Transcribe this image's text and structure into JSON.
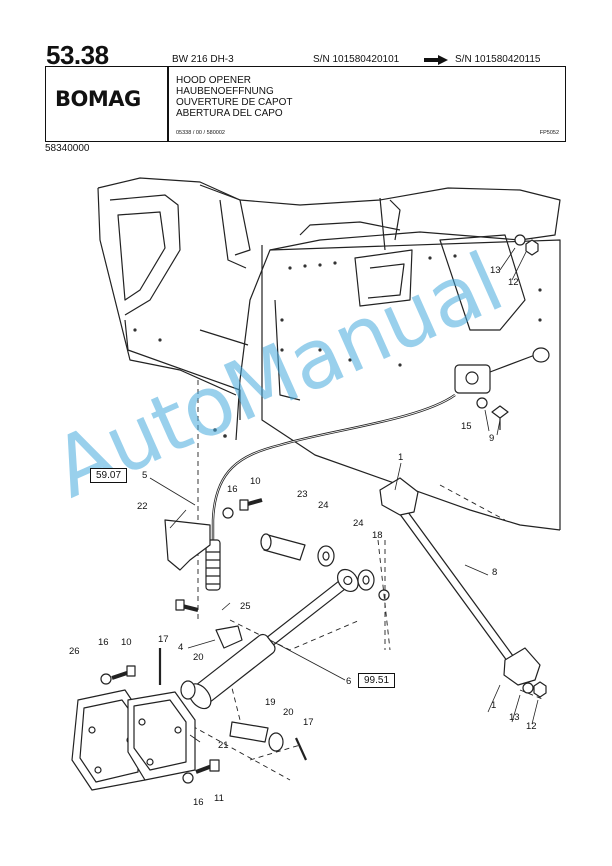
{
  "header": {
    "page_number": "53.38",
    "model": "BW 216 DH-3",
    "sn_from": "S/N 101580420101",
    "sn_to": "S/N 101580420115",
    "brand": "BOMAG",
    "titles": [
      "HOOD OPENER",
      "HAUBENOEFFNUNG",
      "OUVERTURE DE CAPOT",
      "ABERTURA DEL CAPO"
    ],
    "drawing_ref": "05338 / 00 / 580002",
    "sheet_code": "FP5052"
  },
  "part_number": "58340000",
  "watermark": "AutoManual",
  "reference_boxes": [
    "59.07",
    "99.51"
  ],
  "callouts": [
    "1",
    "1",
    "4",
    "5",
    "6",
    "8",
    "9",
    "10",
    "10",
    "11",
    "12",
    "12",
    "13",
    "13",
    "15",
    "16",
    "16",
    "16",
    "17",
    "17",
    "18",
    "19",
    "20",
    "20",
    "21",
    "22",
    "23",
    "24",
    "24",
    "25",
    "26"
  ]
}
